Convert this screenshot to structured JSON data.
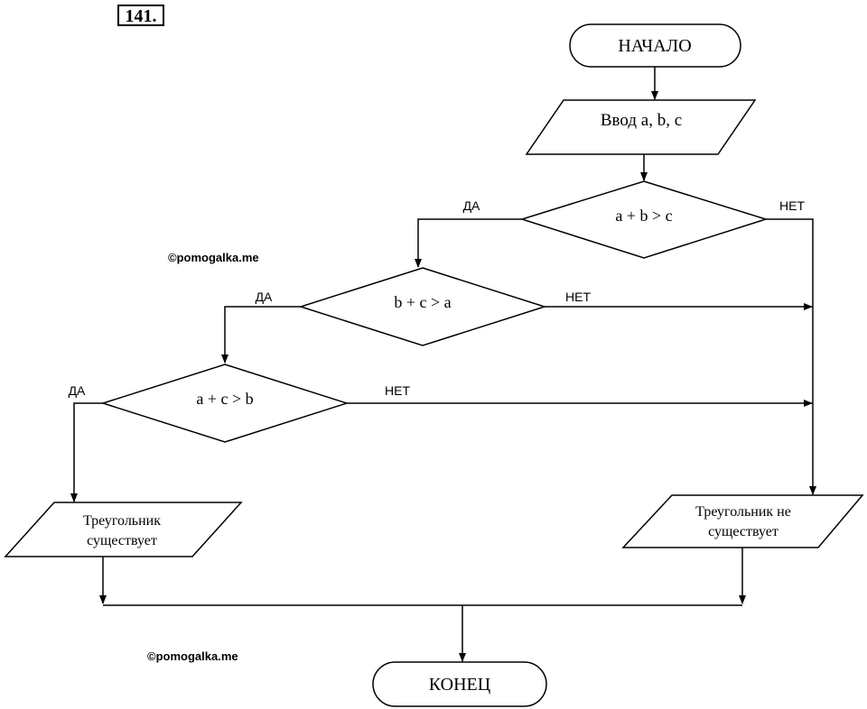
{
  "problem_number": "141.",
  "watermark_top": "©pomogalka.me",
  "watermark_bottom": "©pomogalka.me",
  "nodes": {
    "start": "НАЧАЛО",
    "input": "Ввод a, b, c",
    "cond1": "a + b > c",
    "cond2": "b + c > a",
    "cond3": "a + c > b",
    "out_exists_line1": "Треугольник",
    "out_exists_line2": "существует",
    "out_not_exists_line1": "Треугольник не",
    "out_not_exists_line2": "существует",
    "end": "КОНЕЦ"
  },
  "branch_labels": {
    "cond1_yes": "ДА",
    "cond1_no": "НЕТ",
    "cond2_yes": "ДА",
    "cond2_no": "НЕТ",
    "cond3_yes": "ДА",
    "cond3_no": "НЕТ"
  }
}
